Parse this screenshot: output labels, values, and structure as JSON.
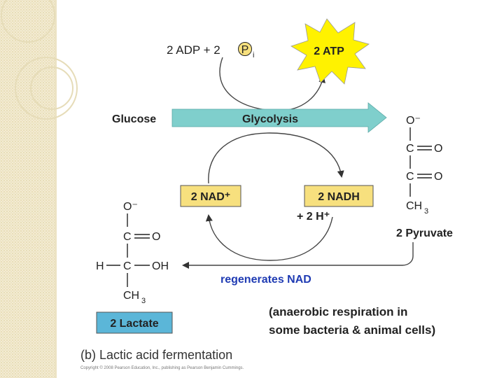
{
  "inputs": {
    "adp_pi": "2 ADP + 2",
    "p_symbol": "P",
    "p_sub": "i"
  },
  "atp": "2 ATP",
  "glucose": "Glucose",
  "glycolysis": "Glycolysis",
  "nad_plus": "2 NAD⁺",
  "nadh": "2 NADH",
  "h_plus": "+ 2 H⁺",
  "pyruvate": {
    "label": "2 Pyruvate",
    "o_minus": "O⁻",
    "c1": "C",
    "o1": "O",
    "c2": "C",
    "o2": "O",
    "ch3": "CH",
    "ch3_sub": "3"
  },
  "lactate": {
    "label": "2 Lactate",
    "o_minus": "O⁻",
    "c1": "C",
    "o1": "O",
    "h": "H",
    "c2": "C",
    "oh": "OH",
    "ch3": "CH",
    "ch3_sub": "3"
  },
  "regenerates": "regenerates NAD",
  "note_line1": "(anaerobic respiration in",
  "note_line2": "some bacteria & animal cells)",
  "caption": "(b) Lactic acid fermentation",
  "copyright": "Copyright © 2008 Pearson Education, Inc., publishing as Pearson Benjamin Cummings.",
  "colors": {
    "star": "#fff200",
    "box_fill": "#f7e07e",
    "glycolysis_arrow": "#7fcfcc",
    "lactate_box": "#5bb6d8",
    "regenerates_text": "#1f3bb3"
  }
}
